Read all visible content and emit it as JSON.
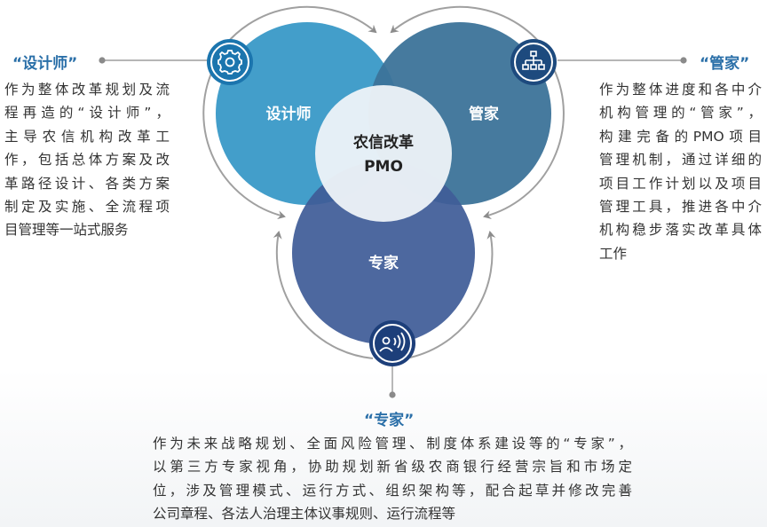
{
  "center": {
    "line1": "农信改革",
    "line2": "PMO"
  },
  "circles": {
    "designer": {
      "label": "设计师",
      "icon": "gear-icon",
      "color": "#3d9bc8"
    },
    "steward": {
      "label": "管家",
      "icon": "org-chart-icon",
      "color": "#3f7aa0"
    },
    "expert": {
      "label": "专家",
      "icon": "speaker-voice-icon",
      "color": "#4d679e"
    }
  },
  "designer": {
    "title": "“设计师”",
    "lines": [
      "作为整体改革规划及流",
      "程再造的“设计师”，",
      "主导农信机构改革工",
      "作，包括总体方案及改",
      "革路径设计、各类方案",
      "制定及实施、全流程项",
      "目管理等一站式服务"
    ]
  },
  "steward": {
    "title": "“管家”",
    "lines": [
      "作为整体进度和各中介",
      "机构管理的“管家”，",
      "构建完备的PMO项目",
      "管理机制，通过详细的",
      "项目工作计划以及项目",
      "管理工具，推进各中介",
      "机构稳步落实改革具体",
      "工作"
    ]
  },
  "expert": {
    "title": "“专家”",
    "lines": [
      "作为未来战略规划、全面风险管理、制度体系建设等的“专家”，",
      "以第三方专家视角，协助规划新省级农商银行经营宗旨和市场定",
      "位，涉及管理模式、运行方式、组织架构等，配合起草并修改完善",
      "公司章程、各法人治理主体议事规则、运行流程等"
    ]
  },
  "colors": {
    "title": "#2a6fa8",
    "arc": "#9a9a9a",
    "icon_dark": "#1d3f7a",
    "icon_blue": "#1b75ae"
  }
}
